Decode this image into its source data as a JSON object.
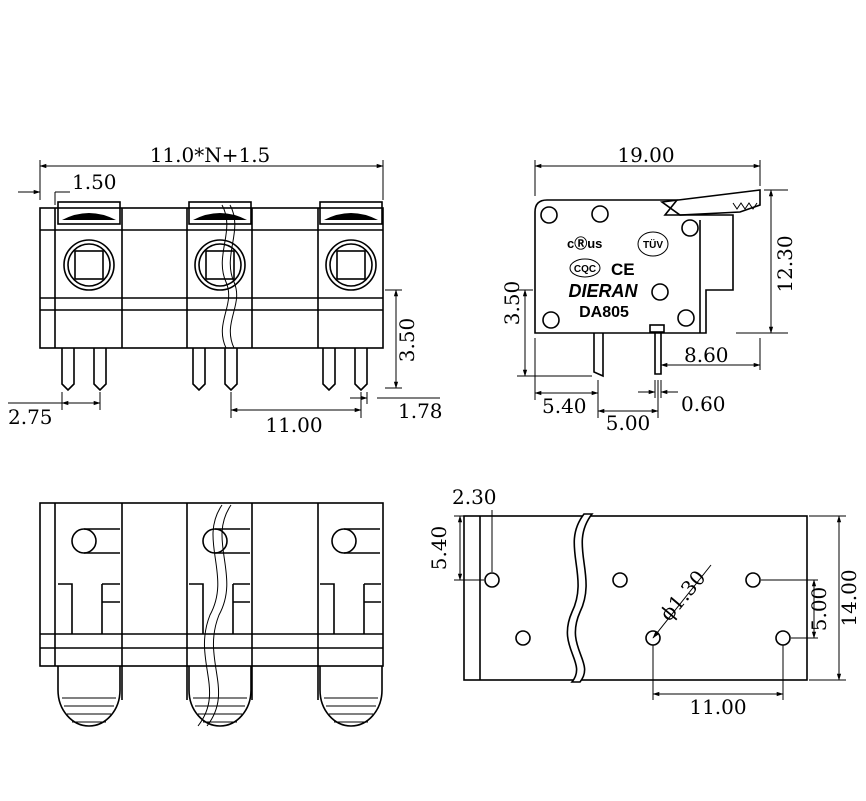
{
  "front_view": {
    "dims": {
      "overall": "11.0*N+1.5",
      "edge": "1.50",
      "pin_height": "3.50",
      "pin_offset": "2.75",
      "pitch": "11.00",
      "pin_width": "1.78"
    }
  },
  "side_view": {
    "dims": {
      "length": "19.00",
      "height": "12.30",
      "pin_height": "3.50",
      "pin_to_end": "8.60",
      "front_to_pin": "5.40",
      "pin_spacing": "5.00",
      "pin_thickness": "0.60"
    },
    "markings": {
      "brand": "DIERAN",
      "model": "DA805",
      "cert_ul": "cⓇus",
      "cert_tuv": "TÜV",
      "cert_cqc": "CQC",
      "cert_ce": "CE"
    }
  },
  "pcb_layout": {
    "dims": {
      "edge_x": "2.30",
      "edge_y": "5.40",
      "hole_dia": "ϕ1.30",
      "row_spacing": "5.00",
      "width": "14.00",
      "pitch": "11.00"
    }
  }
}
